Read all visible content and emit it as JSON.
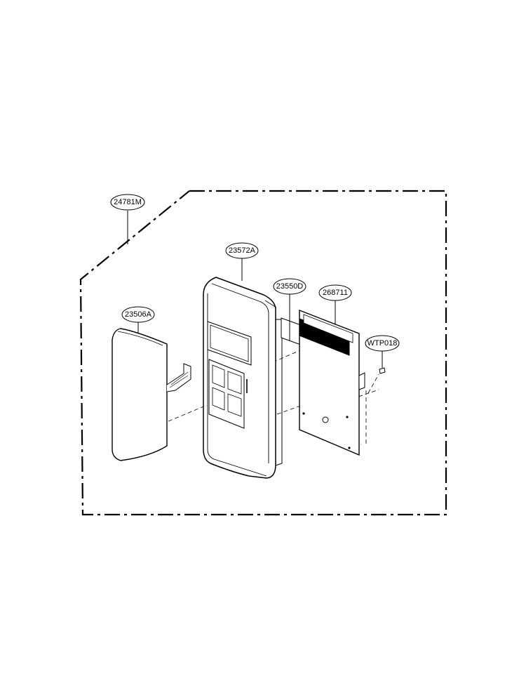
{
  "parts": {
    "assembly": "24781M",
    "door_panel": "23506A",
    "control_frame": "23572A",
    "display_window": "23550D",
    "pcb": "268711",
    "screw": "WTP018"
  },
  "colors": {
    "line": "#000000",
    "background": "#ffffff"
  }
}
